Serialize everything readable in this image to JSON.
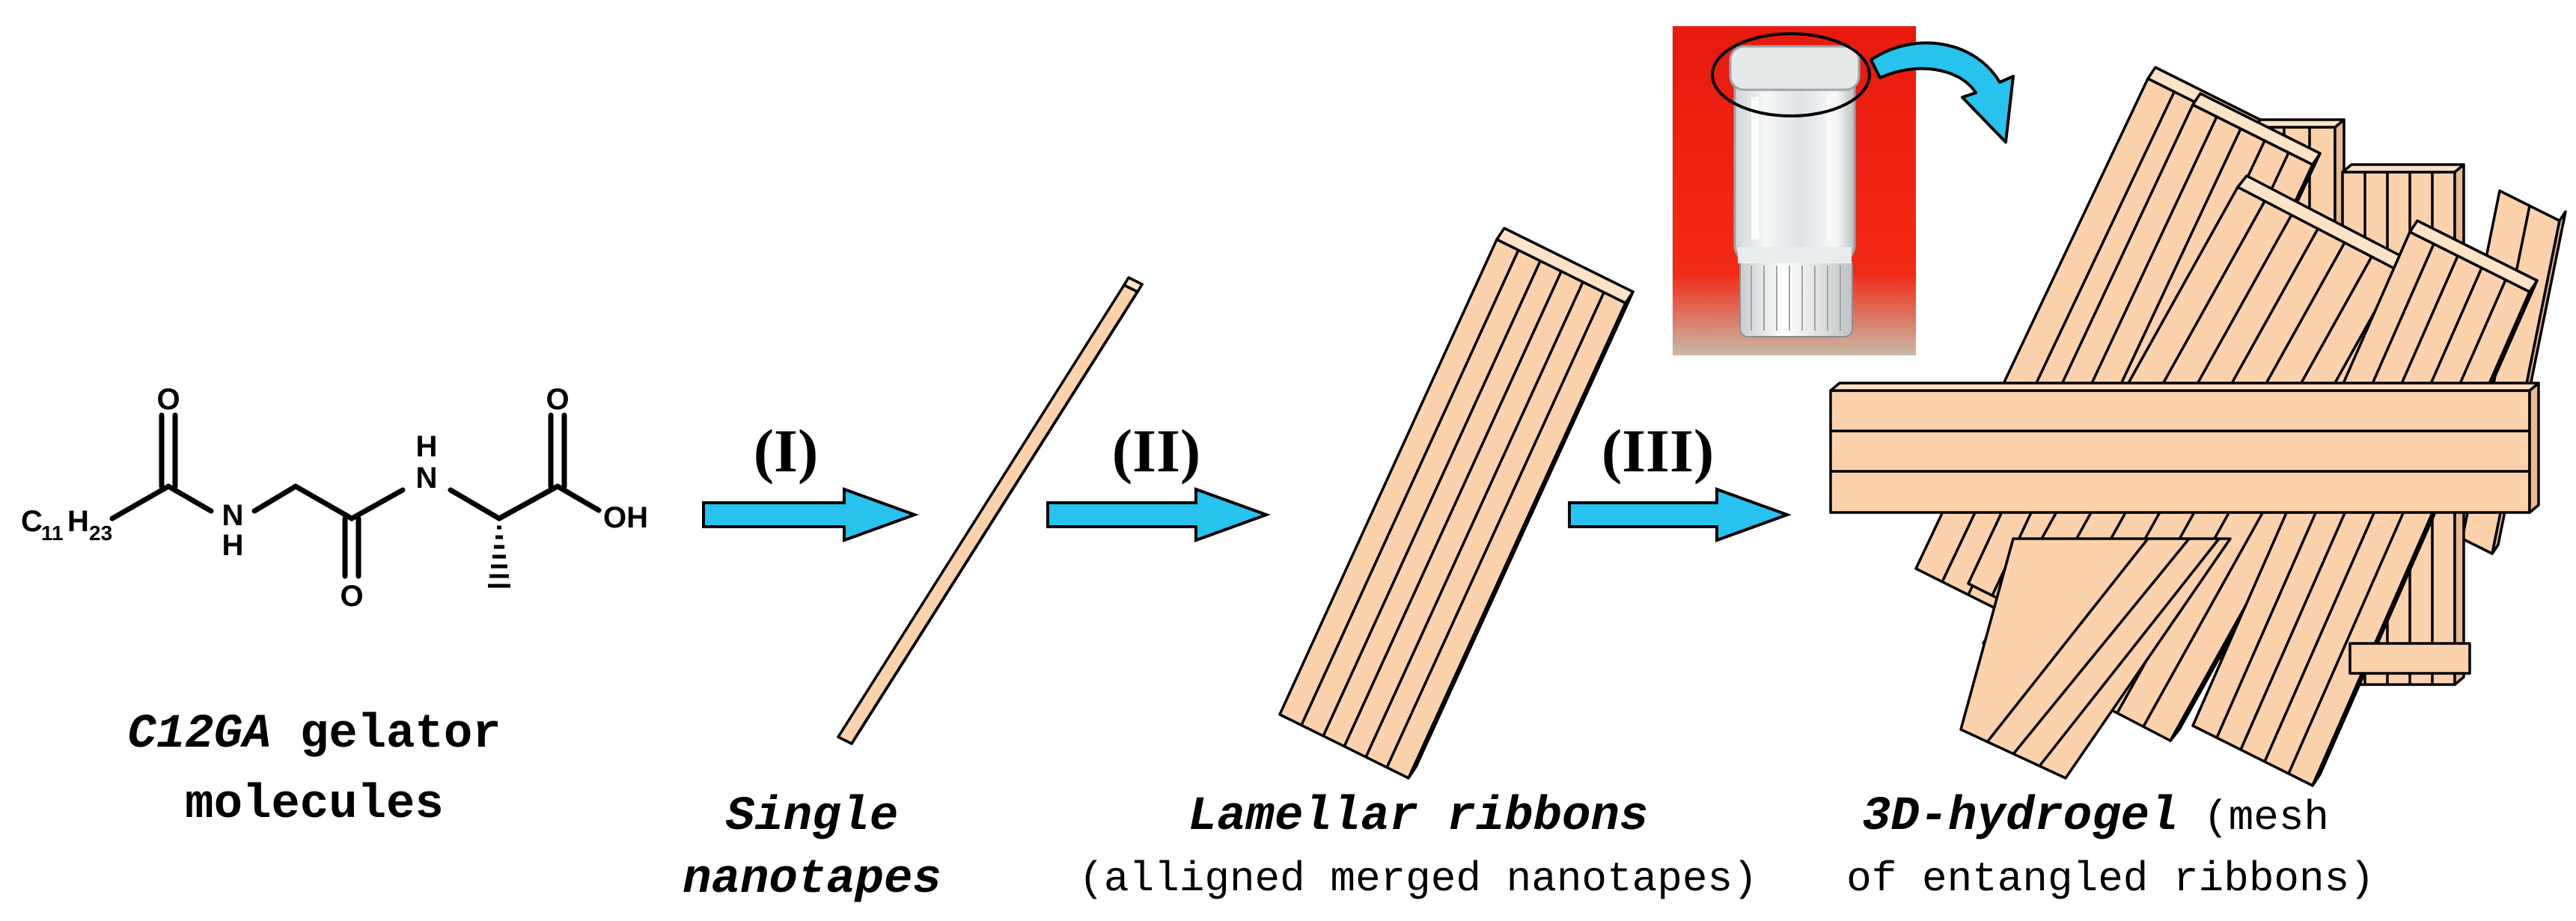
{
  "molecule": {
    "alkyl_c": "C",
    "alkyl_sub1": "11",
    "alkyl_h": "H",
    "alkyl_sub2": "23",
    "atom_o1": "O",
    "atom_nh1_n": "N",
    "atom_nh1_h": "H",
    "atom_o2": "O",
    "atom_nh2_h": "H",
    "atom_nh2_n": "N",
    "atom_o3": "O",
    "atom_oh": "OH"
  },
  "steps": [
    "(I)",
    "(II)",
    "(III)"
  ],
  "captions": {
    "c1_line1_italic": "C12GA",
    "c1_line1_rest": " gelator",
    "c1_line2": "molecules",
    "c2_line1": "Single",
    "c2_line2": "nanotapes",
    "c3_line1": "Lamellar ribbons",
    "c3_line2": "(alligned merged nanotapes)",
    "c4_line1_italic": "3D-hydrogel",
    "c4_line1_rest": " (mesh",
    "c4_line2": "of entangled ribbons)"
  },
  "colors": {
    "ribbon_fill": "#FCD2AC",
    "ribbon_stroke": "#000000",
    "arrow_fill": "#27C2EE",
    "photo_bg": "#F01D10"
  }
}
